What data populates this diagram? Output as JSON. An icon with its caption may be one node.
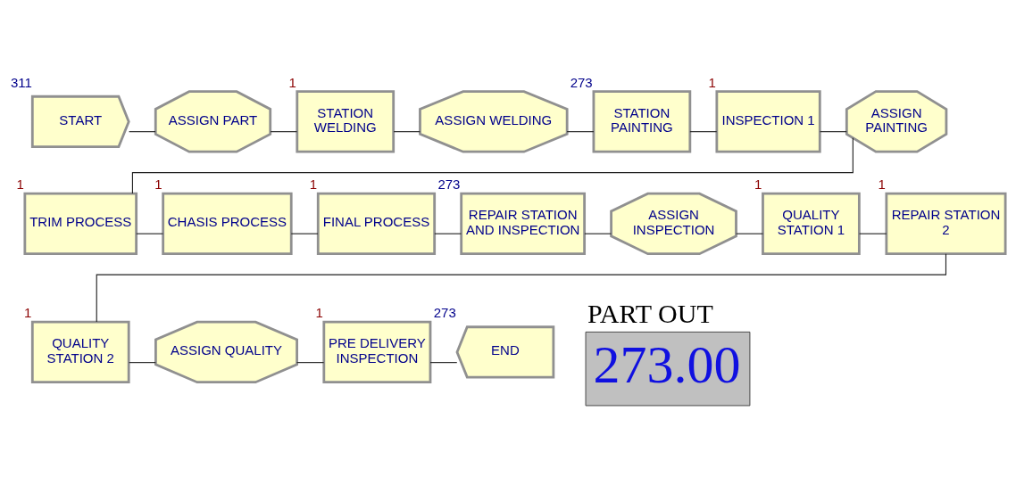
{
  "diagram": {
    "nodes": [
      {
        "text": [
          "START"
        ],
        "beside": [
          "311"
        ]
      },
      {
        "text": [
          "ASSIGN PART"
        ]
      },
      {
        "text": [
          "STATION WELDING"
        ],
        "beside": [
          "1"
        ]
      },
      {
        "text": [
          "ASSIGN WELDING"
        ]
      },
      {
        "text": [
          "STATION PAINTING"
        ],
        "beside": [
          "273"
        ]
      },
      {
        "text": [
          "INSPECTION 1"
        ],
        "beside": [
          "1"
        ]
      },
      {
        "text": [
          "ASSIGN PAINTING"
        ]
      },
      {
        "text": [
          "TRIM PROCESS"
        ],
        "beside": [
          "1"
        ]
      },
      {
        "text": [
          "CHASIS PROCESS"
        ],
        "beside": [
          "1"
        ]
      },
      {
        "text": [
          "FINAL PROCESS"
        ],
        "beside": [
          "1"
        ]
      },
      {
        "text": [
          "REPAIR STATION AND INSPECTION"
        ],
        "beside": [
          "273"
        ]
      },
      {
        "text": [
          "ASSIGN INSPECTION"
        ]
      },
      {
        "text": [
          "QUALITY STATION 1"
        ],
        "beside": [
          "1"
        ]
      },
      {
        "text": [
          "REPAIR STATION 2"
        ],
        "beside": [
          "1"
        ]
      },
      {
        "text": [
          "QUALITY STATION 2"
        ],
        "beside": [
          "1"
        ]
      },
      {
        "text": [
          "ASSIGN QUALITY"
        ]
      },
      {
        "text": [
          "PRE DELIVERY INSPECTION"
        ],
        "beside": [
          "1"
        ]
      },
      {
        "text": [
          "END"
        ],
        "beside": [
          "273"
        ]
      },
      {
        "text": [
          "PART OUT",
          "273.00"
        ]
      }
    ],
    "edges": [
      {
        "from": 0,
        "to": 1,
        "arrow": "none"
      },
      {
        "from": 1,
        "to": 2,
        "arrow": "none"
      },
      {
        "from": 2,
        "to": 3,
        "arrow": "none"
      },
      {
        "from": 3,
        "to": 4,
        "arrow": "none"
      },
      {
        "from": 4,
        "to": 5,
        "arrow": "none"
      },
      {
        "from": 5,
        "to": 6,
        "arrow": "none"
      },
      {
        "from": 6,
        "to": 7,
        "arrow": "none"
      },
      {
        "from": 7,
        "to": 8,
        "arrow": "none"
      },
      {
        "from": 8,
        "to": 9,
        "arrow": "none"
      },
      {
        "from": 9,
        "to": 10,
        "arrow": "none"
      },
      {
        "from": 10,
        "to": 11,
        "arrow": "none"
      },
      {
        "from": 11,
        "to": 12,
        "arrow": "none"
      },
      {
        "from": 12,
        "to": 13,
        "arrow": "none"
      },
      {
        "from": 13,
        "to": 14,
        "arrow": "none"
      },
      {
        "from": 14,
        "to": 15,
        "arrow": "none"
      },
      {
        "from": 15,
        "to": 16,
        "arrow": "none"
      },
      {
        "from": 16,
        "to": 17,
        "arrow": "none"
      }
    ]
  }
}
